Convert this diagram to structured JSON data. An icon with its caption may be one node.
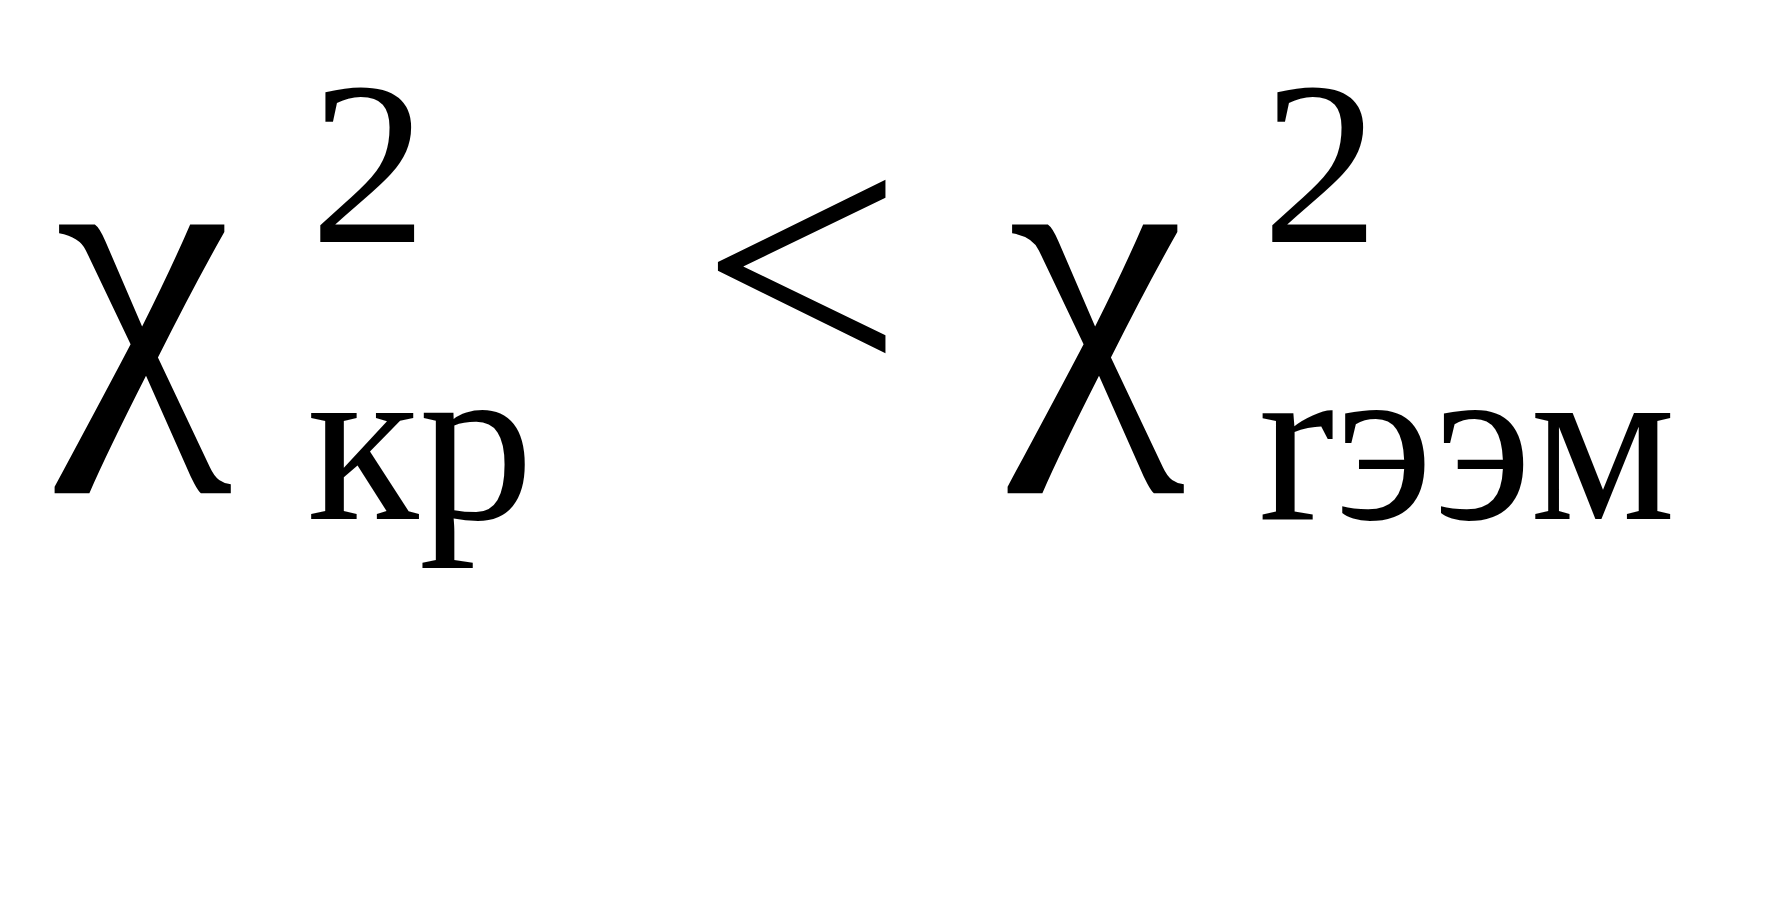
{
  "diagram": {
    "labels": [
      "χ",
      "2",
      "кр",
      "<",
      "χ",
      "2",
      "rээм"
    ]
  }
}
